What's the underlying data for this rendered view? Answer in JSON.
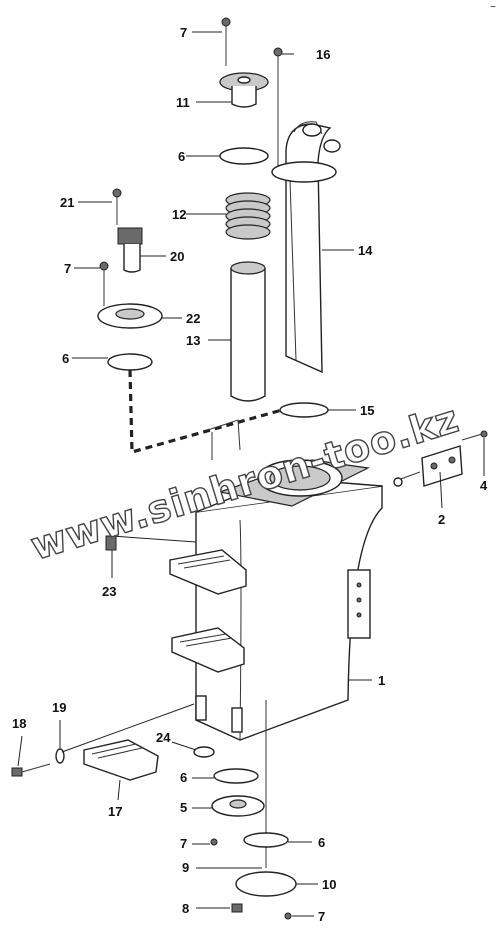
{
  "callouts": {
    "c1": "1",
    "c2": "2",
    "c4": "4",
    "c5": "5",
    "c6a": "6",
    "c6b": "6",
    "c6c": "6",
    "c6d": "6",
    "c7a": "7",
    "c7b": "7",
    "c7c": "7",
    "c7d": "7",
    "c8": "8",
    "c9": "9",
    "c10": "10",
    "c11": "11",
    "c12": "12",
    "c13": "13",
    "c14": "14",
    "c15": "15",
    "c16": "16",
    "c17": "17",
    "c18": "18",
    "c19": "19",
    "c20": "20",
    "c21": "21",
    "c22": "22",
    "c23": "23",
    "c24": "24"
  },
  "watermark": "www.sinhron-too.kz",
  "corner_mark": "~"
}
